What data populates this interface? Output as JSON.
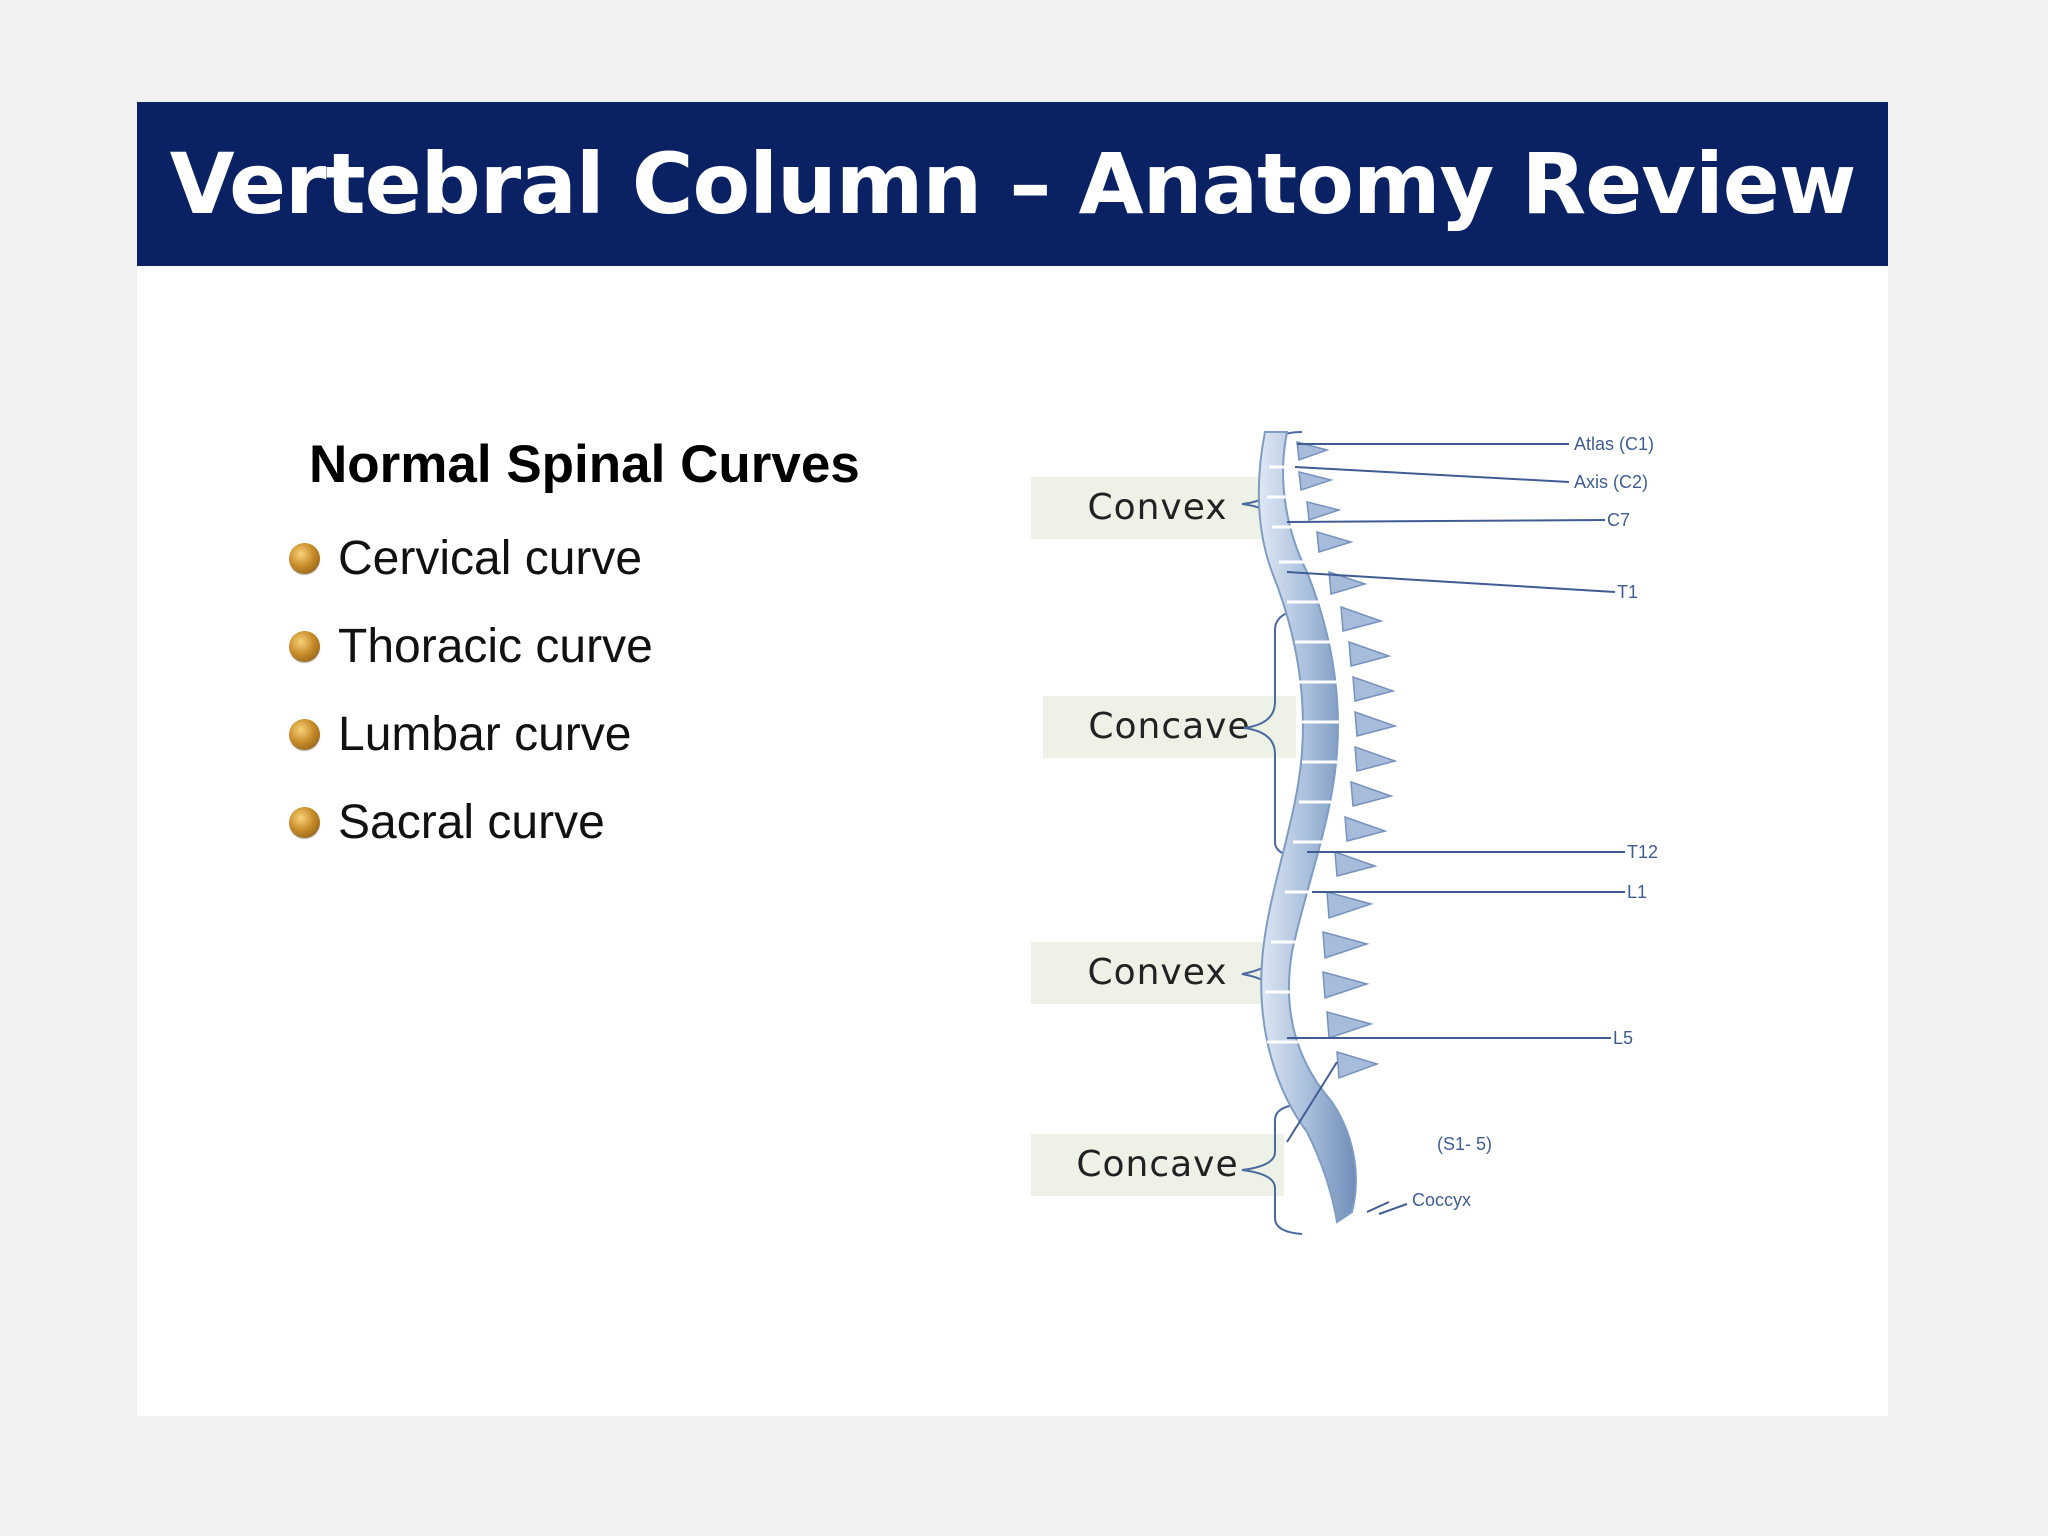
{
  "slide": {
    "title": "Vertebral Column – Anatomy Review",
    "heading": "Normal Spinal Curves",
    "bullets": [
      "Cervical curve",
      "Thoracic curve",
      "Lumbar curve",
      "Sacral curve"
    ]
  },
  "curves": [
    "Convex",
    "Concave",
    "Convex",
    "Concave"
  ],
  "spine_labels": {
    "atlas": "Atlas (C1)",
    "axis": "Axis (C2)",
    "c7": "C7",
    "t1": "T1",
    "t12": "T12",
    "l1": "L1",
    "l5": "L5",
    "sacrum": "(S1- 5)",
    "coccyx": "Coccyx"
  },
  "colors": {
    "title_bar": "#0a2163",
    "label_box": "#eef1e6",
    "bone": "#b9cbe3",
    "leader_line": "#3f5d93"
  }
}
